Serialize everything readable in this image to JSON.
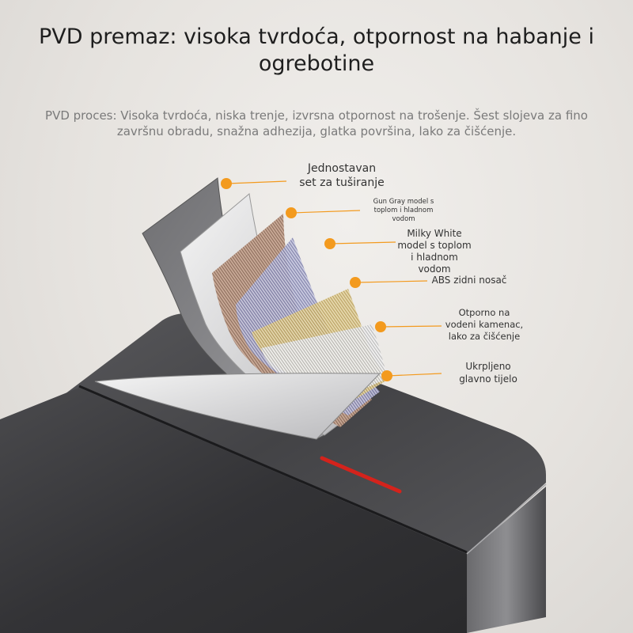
{
  "title": "PVD premaz: visoka tvrdoća, otpornost na habanje i ogrebotine",
  "subtitle": "PVD proces: Visoka tvrdoća, niska trenje, izvrsna otpornost na trošenje. Šest slojeva za fino završnu obradu, snažna adhezija, glatka površina, lako za čišćenje.",
  "layers": [
    {
      "lines": [
        "Jednostavan",
        "set za tuširanje"
      ]
    },
    {
      "lines": [
        "Gun Gray model s",
        "toplom i hladnom",
        "vodom"
      ]
    },
    {
      "lines": [
        "Milky White",
        "model s toplom",
        "i hladnom",
        "vodom"
      ]
    },
    {
      "lines": [
        "ABS zidni nosač"
      ]
    },
    {
      "lines": [
        "Otporno na",
        "vodeni kamenac,",
        "lako za čišćenje"
      ]
    },
    {
      "lines": [
        "Ukrpljeno",
        "glavno tijelo"
      ]
    }
  ],
  "colors": {
    "marker": "#f39a1e",
    "accent_line": "#d4231c",
    "body_metal": "#3d3d3f"
  }
}
